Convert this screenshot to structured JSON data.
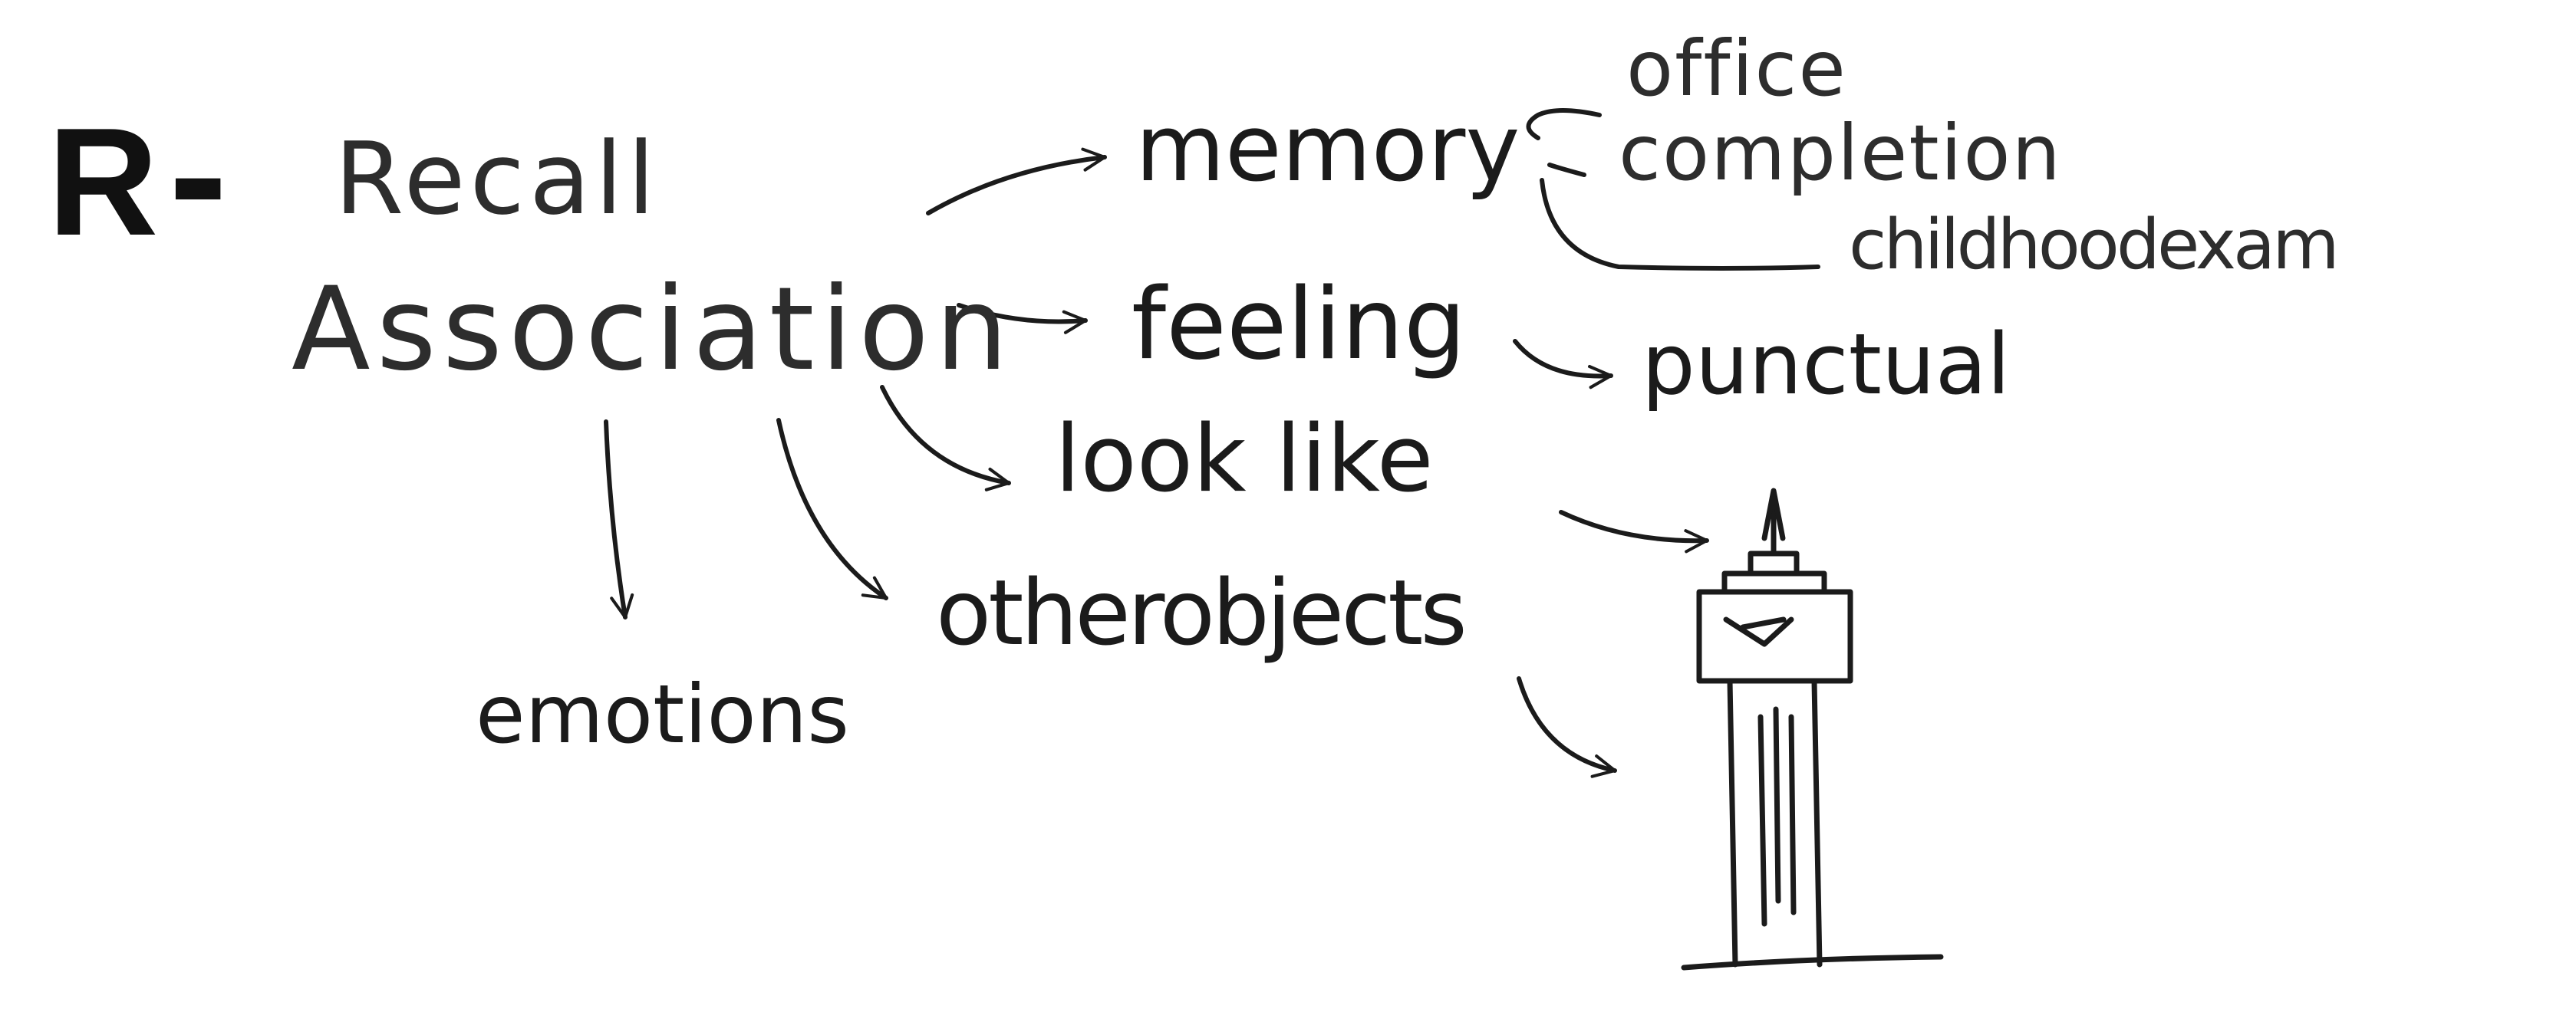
{
  "diagram": {
    "heading": {
      "letter": "R",
      "dash": "-"
    },
    "words": {
      "recall": "Recall",
      "association": "Association",
      "memory": "memory",
      "office": "office",
      "completion": "completion",
      "childhood_exam": "childhoodexam",
      "feeling": "feeling",
      "punctual": "punctual",
      "look_like": "look like",
      "other_objects": "otherobjects",
      "emotions": "emotions"
    },
    "icons": {
      "sketch": "clock-tower-icon"
    },
    "colors": {
      "ink": "#1b1b1b",
      "light_ink": "#2d2d2d",
      "paper": "#ffffff"
    }
  }
}
